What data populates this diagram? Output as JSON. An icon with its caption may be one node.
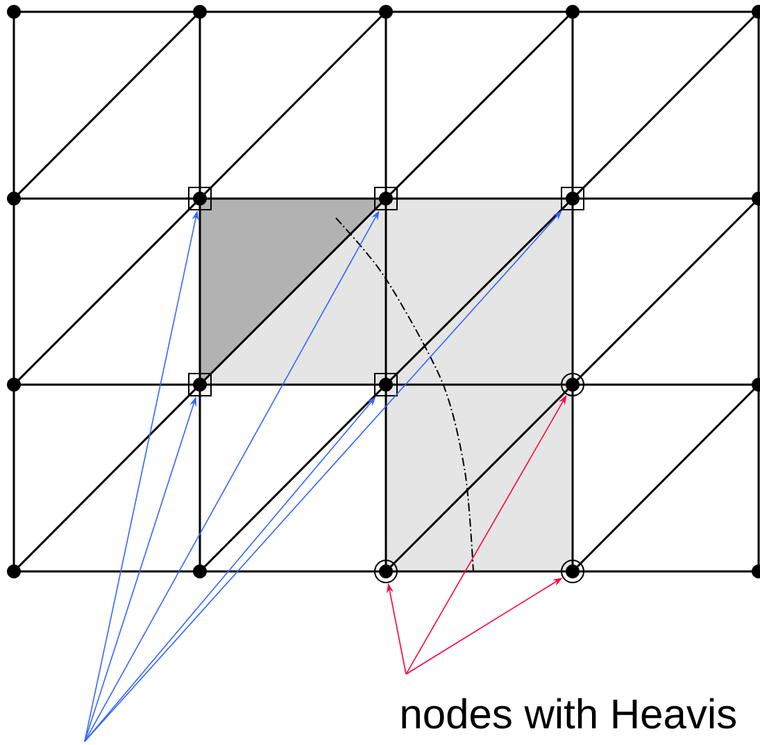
{
  "diagram": {
    "nodes": [
      {
        "text": [],
        "shape": "box"
      },
      {
        "text": [],
        "shape": "box"
      },
      {
        "text": [],
        "shape": "box"
      },
      {
        "text": [],
        "shape": "box"
      },
      {
        "text": [],
        "shape": "box"
      },
      {
        "text": [],
        "shape": "circle"
      },
      {
        "text": [],
        "shape": "circle"
      },
      {
        "text": [],
        "shape": "circle"
      },
      {
        "text": [
          "nodes with Heavis"
        ]
      }
    ],
    "edges": [
      {
        "from": null,
        "to": 0,
        "arrow": "to"
      },
      {
        "from": null,
        "to": 3,
        "arrow": "to"
      },
      {
        "from": null,
        "to": 1,
        "arrow": "to"
      },
      {
        "from": null,
        "to": 4,
        "arrow": "to"
      },
      {
        "from": null,
        "to": 2,
        "arrow": "to"
      },
      {
        "from": 8,
        "to": 6,
        "arrow": "to",
        "color": "#ff0033"
      },
      {
        "from": 8,
        "to": 5,
        "arrow": "to",
        "color": "#ff0033"
      },
      {
        "from": 8,
        "to": 7,
        "arrow": "to",
        "color": "#ff0033"
      }
    ]
  }
}
